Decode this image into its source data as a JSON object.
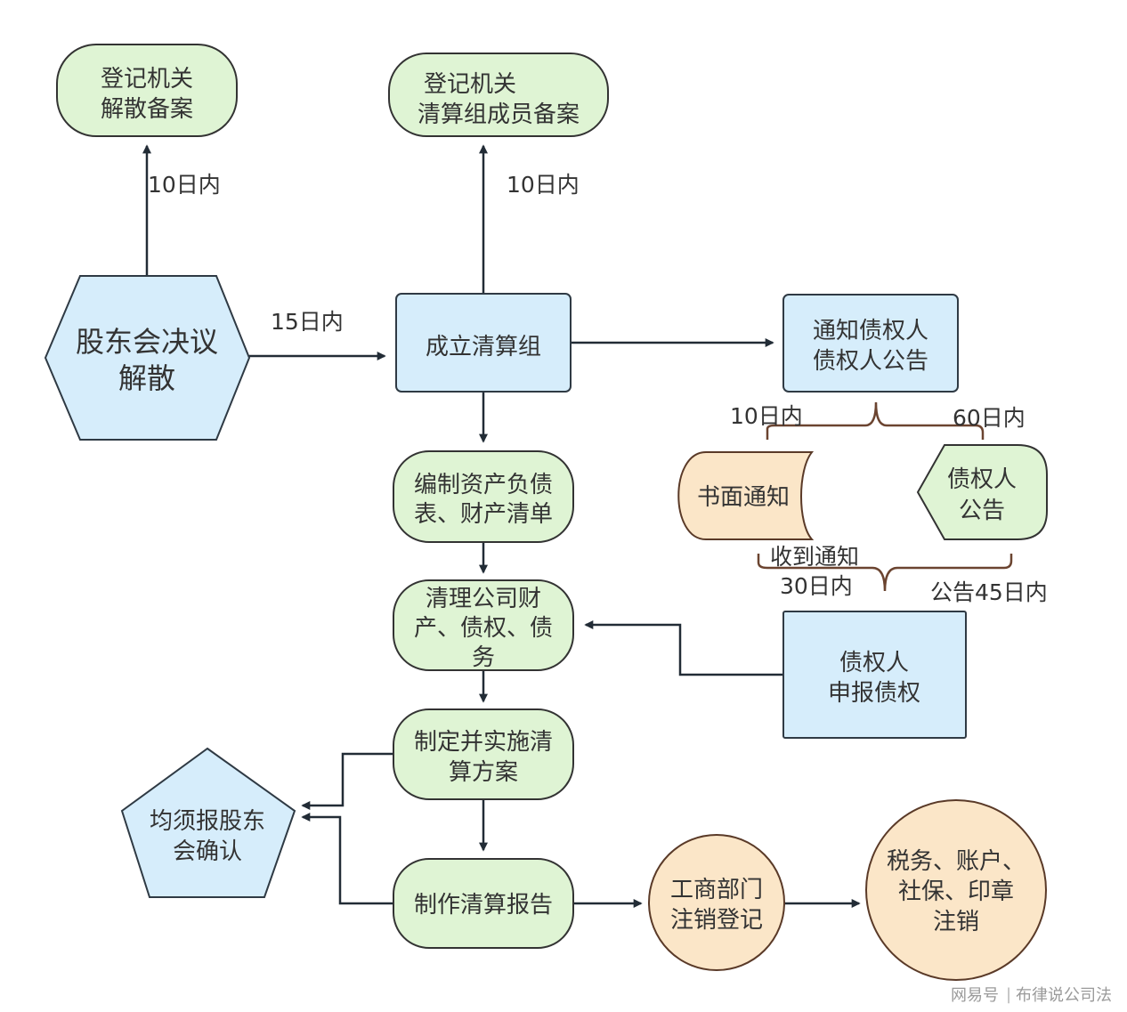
{
  "nodes": {
    "dissolution_filing": {
      "lines": [
        "登记机关",
        "解散备案"
      ]
    },
    "liquidation_team_filing": {
      "lines": [
        "登记机关",
        "清算组成员备案"
      ]
    },
    "shareholder_resolution": {
      "lines": [
        "股东会决议",
        "解散"
      ]
    },
    "form_liquidation_team": {
      "lines": [
        "成立清算组"
      ]
    },
    "notify_creditors": {
      "lines": [
        "通知债权人",
        "债权人公告"
      ]
    },
    "balance_sheet": {
      "lines": [
        "编制资产负债",
        "表、财产清单"
      ]
    },
    "written_notice": {
      "lines": [
        "书面通知"
      ]
    },
    "creditor_announcement": {
      "lines": [
        "债权人",
        "公告"
      ]
    },
    "clear_assets": {
      "lines": [
        "清理公司财",
        "产、债权、债",
        "务"
      ]
    },
    "creditor_claims": {
      "lines": [
        "债权人",
        "申报债权"
      ]
    },
    "liquidation_plan": {
      "lines": [
        "制定并实施清",
        "算方案"
      ]
    },
    "shareholder_confirm": {
      "lines": [
        "均须报股东",
        "会确认"
      ]
    },
    "liquidation_report": {
      "lines": [
        "制作清算报告"
      ]
    },
    "deregistration": {
      "lines": [
        "工商部门",
        "注销登记"
      ]
    },
    "tax_cancel": {
      "lines": [
        "税务、账户、",
        "社保、印章",
        "注销"
      ]
    }
  },
  "edge_labels": {
    "to_dissolution_filing": "10日内",
    "to_team_filing": "10日内",
    "to_form_team": "15日内",
    "written_notice_period": "10日内",
    "announcement_period": "60日内",
    "notice_received": "收到通知",
    "notice_claim_period": "30日内",
    "announcement_claim_period": "公告45日内"
  },
  "watermark": {
    "source": "网易号",
    "separator": "|",
    "author": "布律说公司法"
  }
}
